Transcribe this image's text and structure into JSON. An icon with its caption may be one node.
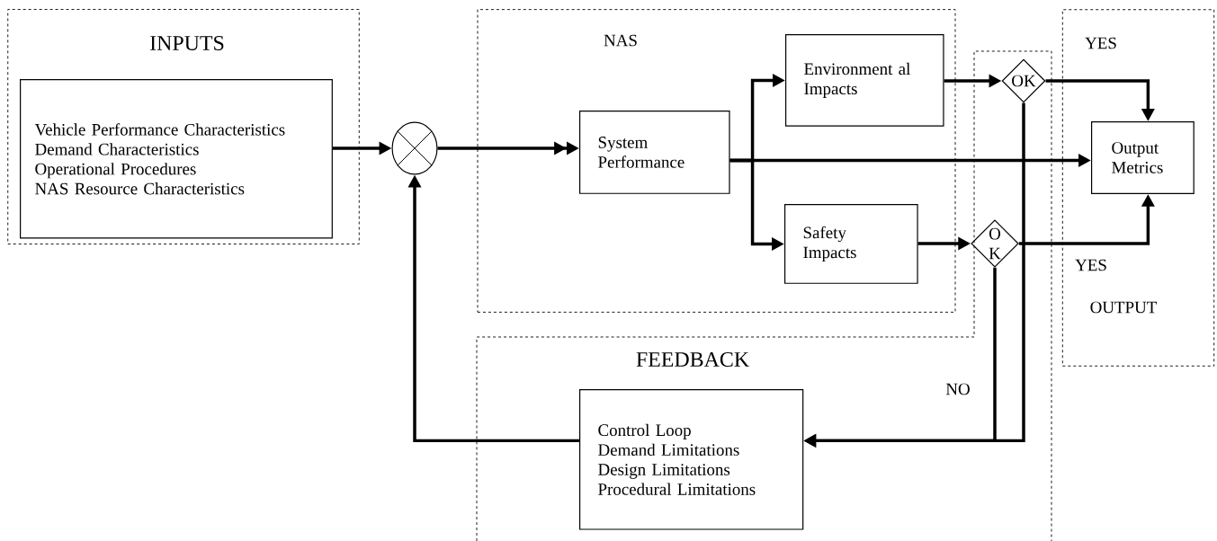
{
  "diagram": {
    "nodes": [
      {
        "text": [
          "INPUTS"
        ]
      },
      {
        "text": [
          "Vehicle Performance Characteristics",
          "Demand Characteristics",
          "Operational Procedures",
          "NAS Resource Characteristics"
        ],
        "in": 0
      },
      {
        "text": [],
        "shape": "circle"
      },
      {
        "text": [
          "NAS"
        ]
      },
      {
        "text": [
          "System Performance"
        ],
        "in": 3
      },
      {
        "text": [
          "Environment al Impacts"
        ],
        "in": 3
      },
      {
        "text": [
          "Safety Impacts"
        ],
        "in": 3
      },
      {
        "text": [
          "OK"
        ],
        "in": 11
      },
      {
        "text": [
          "O K"
        ],
        "in": 11
      },
      {
        "text": [
          "OUTPUT"
        ]
      },
      {
        "text": [
          "Output Metrics"
        ],
        "in": 9
      },
      {
        "text": [
          "FEEDBACK"
        ]
      },
      {
        "text": [
          "Control Loop",
          "Demand Limitations",
          "Design Limitations",
          "Procedural Limitations"
        ],
        "in": 11
      }
    ],
    "edges": [
      {
        "from": 1,
        "to": 2,
        "arrow": "to"
      },
      {
        "from": 2,
        "to": 4,
        "arrow": "to"
      },
      {
        "from": 4,
        "to": 5,
        "arrow": "to"
      },
      {
        "from": 4,
        "to": 6,
        "arrow": "to"
      },
      {
        "from": 4,
        "to": 10,
        "arrow": "to"
      },
      {
        "from": 5,
        "to": 7,
        "arrow": "to"
      },
      {
        "from": 6,
        "to": 8,
        "arrow": "to"
      },
      {
        "from": 7,
        "to": 10,
        "arrow": "to",
        "label": "YES"
      },
      {
        "from": 8,
        "to": 10,
        "arrow": "to",
        "label": "YES"
      },
      {
        "from": 7,
        "to": 12,
        "arrow": "to"
      },
      {
        "from": 8,
        "to": 12,
        "arrow": "to",
        "label": "NO"
      },
      {
        "from": 12,
        "to": 2,
        "arrow": "to"
      }
    ]
  }
}
